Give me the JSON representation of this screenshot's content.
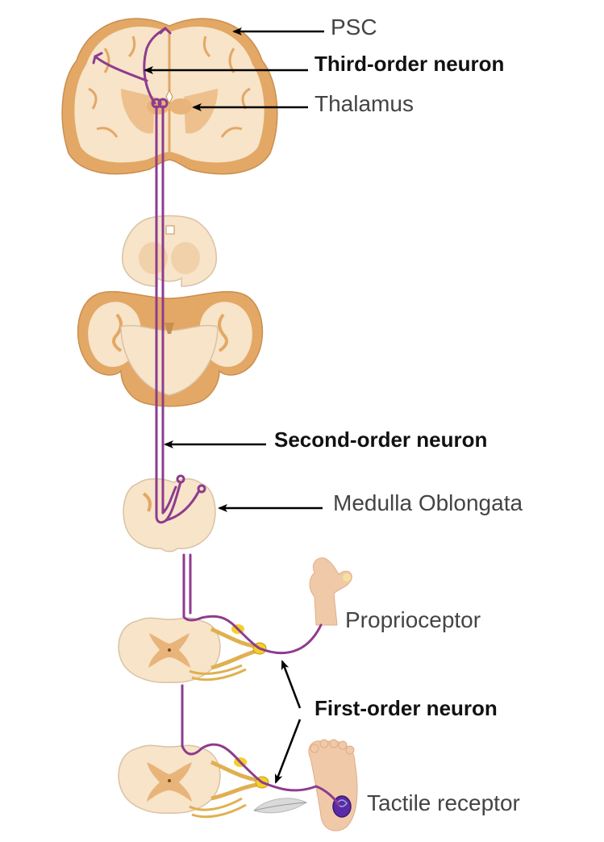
{
  "labels": {
    "psc": "PSC",
    "third_order": "Third-order neuron",
    "thalamus": "Thalamus",
    "second_order": "Second-order neuron",
    "medulla": "Medulla Oblongata",
    "proprioceptor": "Proprioceptor",
    "first_order": "First-order neuron",
    "tactile": "Tactile receptor"
  },
  "colors": {
    "tissue": "#f7e4c9",
    "tissue_dark": "#e3a865",
    "gray_matter": "#e9b47a",
    "outline": "#d9c2a4",
    "neuron": "#8e3b8e",
    "ganglion": "#f2cf2b",
    "nerve": "#e0b050",
    "skin": "#f0c9a8",
    "receptor": "#5b2aa8",
    "arrow": "#000000",
    "label_text": "#444444",
    "bold_text": "#111111"
  }
}
